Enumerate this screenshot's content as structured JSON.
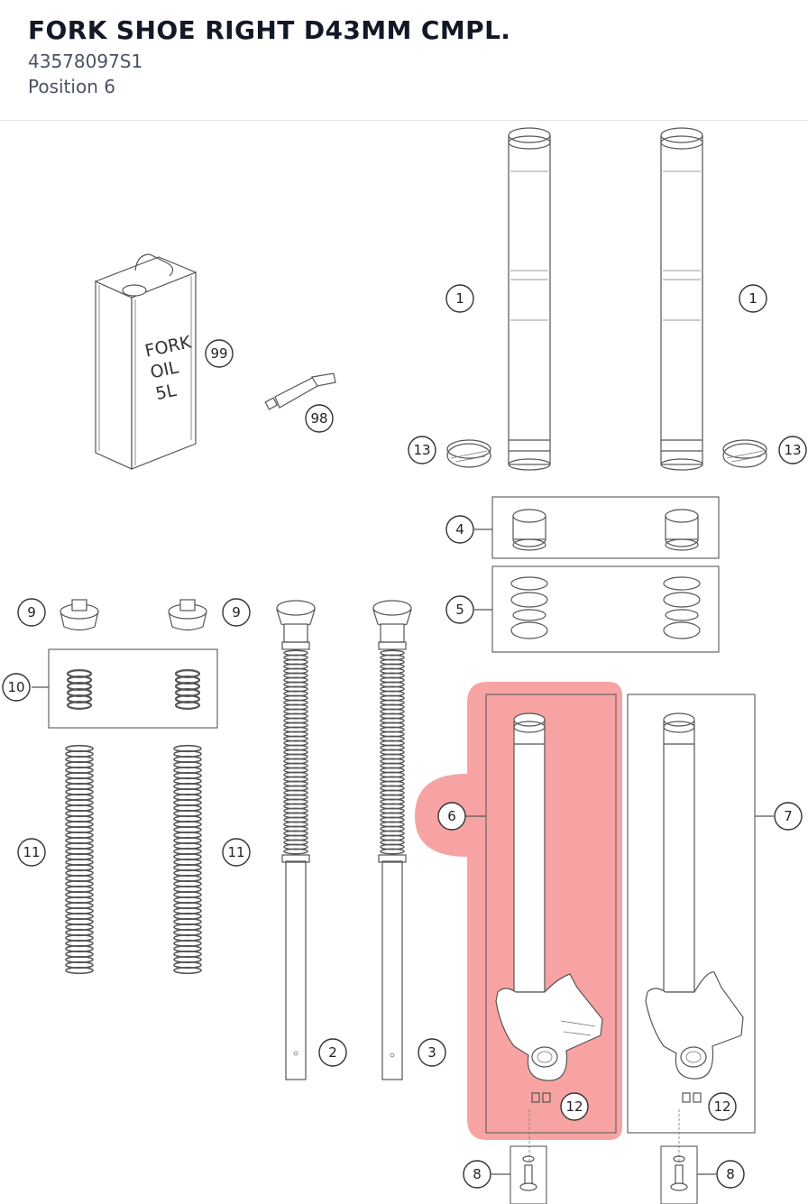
{
  "header": {
    "title": "FORK SHOE RIGHT D43MM CMPL.",
    "part_number": "43578097S1",
    "position": "Position 6"
  },
  "diagram": {
    "can_label": [
      "FORK",
      "OIL",
      "5L"
    ],
    "callouts": [
      "1",
      "1",
      "13",
      "13",
      "99",
      "98",
      "4",
      "5",
      "9",
      "9",
      "10",
      "11",
      "11",
      "2",
      "3",
      "6",
      "7",
      "12",
      "12",
      "8",
      "8"
    ],
    "highlight": {
      "callout": "6",
      "color": "#f47171"
    }
  }
}
